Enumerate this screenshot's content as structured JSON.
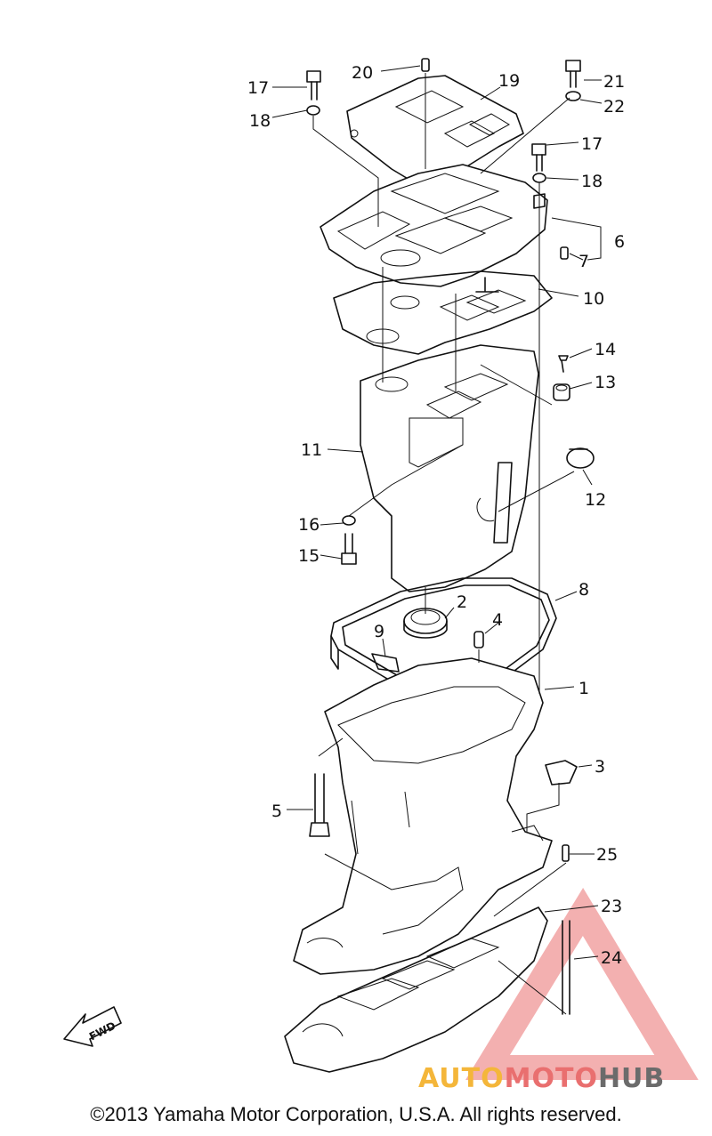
{
  "callouts": [
    {
      "n": "1"
    },
    {
      "n": "2"
    },
    {
      "n": "3"
    },
    {
      "n": "4"
    },
    {
      "n": "5"
    },
    {
      "n": "6"
    },
    {
      "n": "7"
    },
    {
      "n": "8"
    },
    {
      "n": "9"
    },
    {
      "n": "10"
    },
    {
      "n": "11"
    },
    {
      "n": "12"
    },
    {
      "n": "13"
    },
    {
      "n": "14"
    },
    {
      "n": "15"
    },
    {
      "n": "16"
    },
    {
      "n": "17"
    },
    {
      "n": "18"
    },
    {
      "n": "17"
    },
    {
      "n": "18"
    },
    {
      "n": "19"
    },
    {
      "n": "20"
    },
    {
      "n": "21"
    },
    {
      "n": "22"
    },
    {
      "n": "23"
    },
    {
      "n": "24"
    },
    {
      "n": "25"
    }
  ],
  "fwd_label": "FWD",
  "watermark": {
    "part1": "AUTO",
    "part2": "MOTO",
    "part3": "HUB"
  },
  "copyright": "©2013 Yamaha Motor Corporation, U.S.A. All rights reserved."
}
